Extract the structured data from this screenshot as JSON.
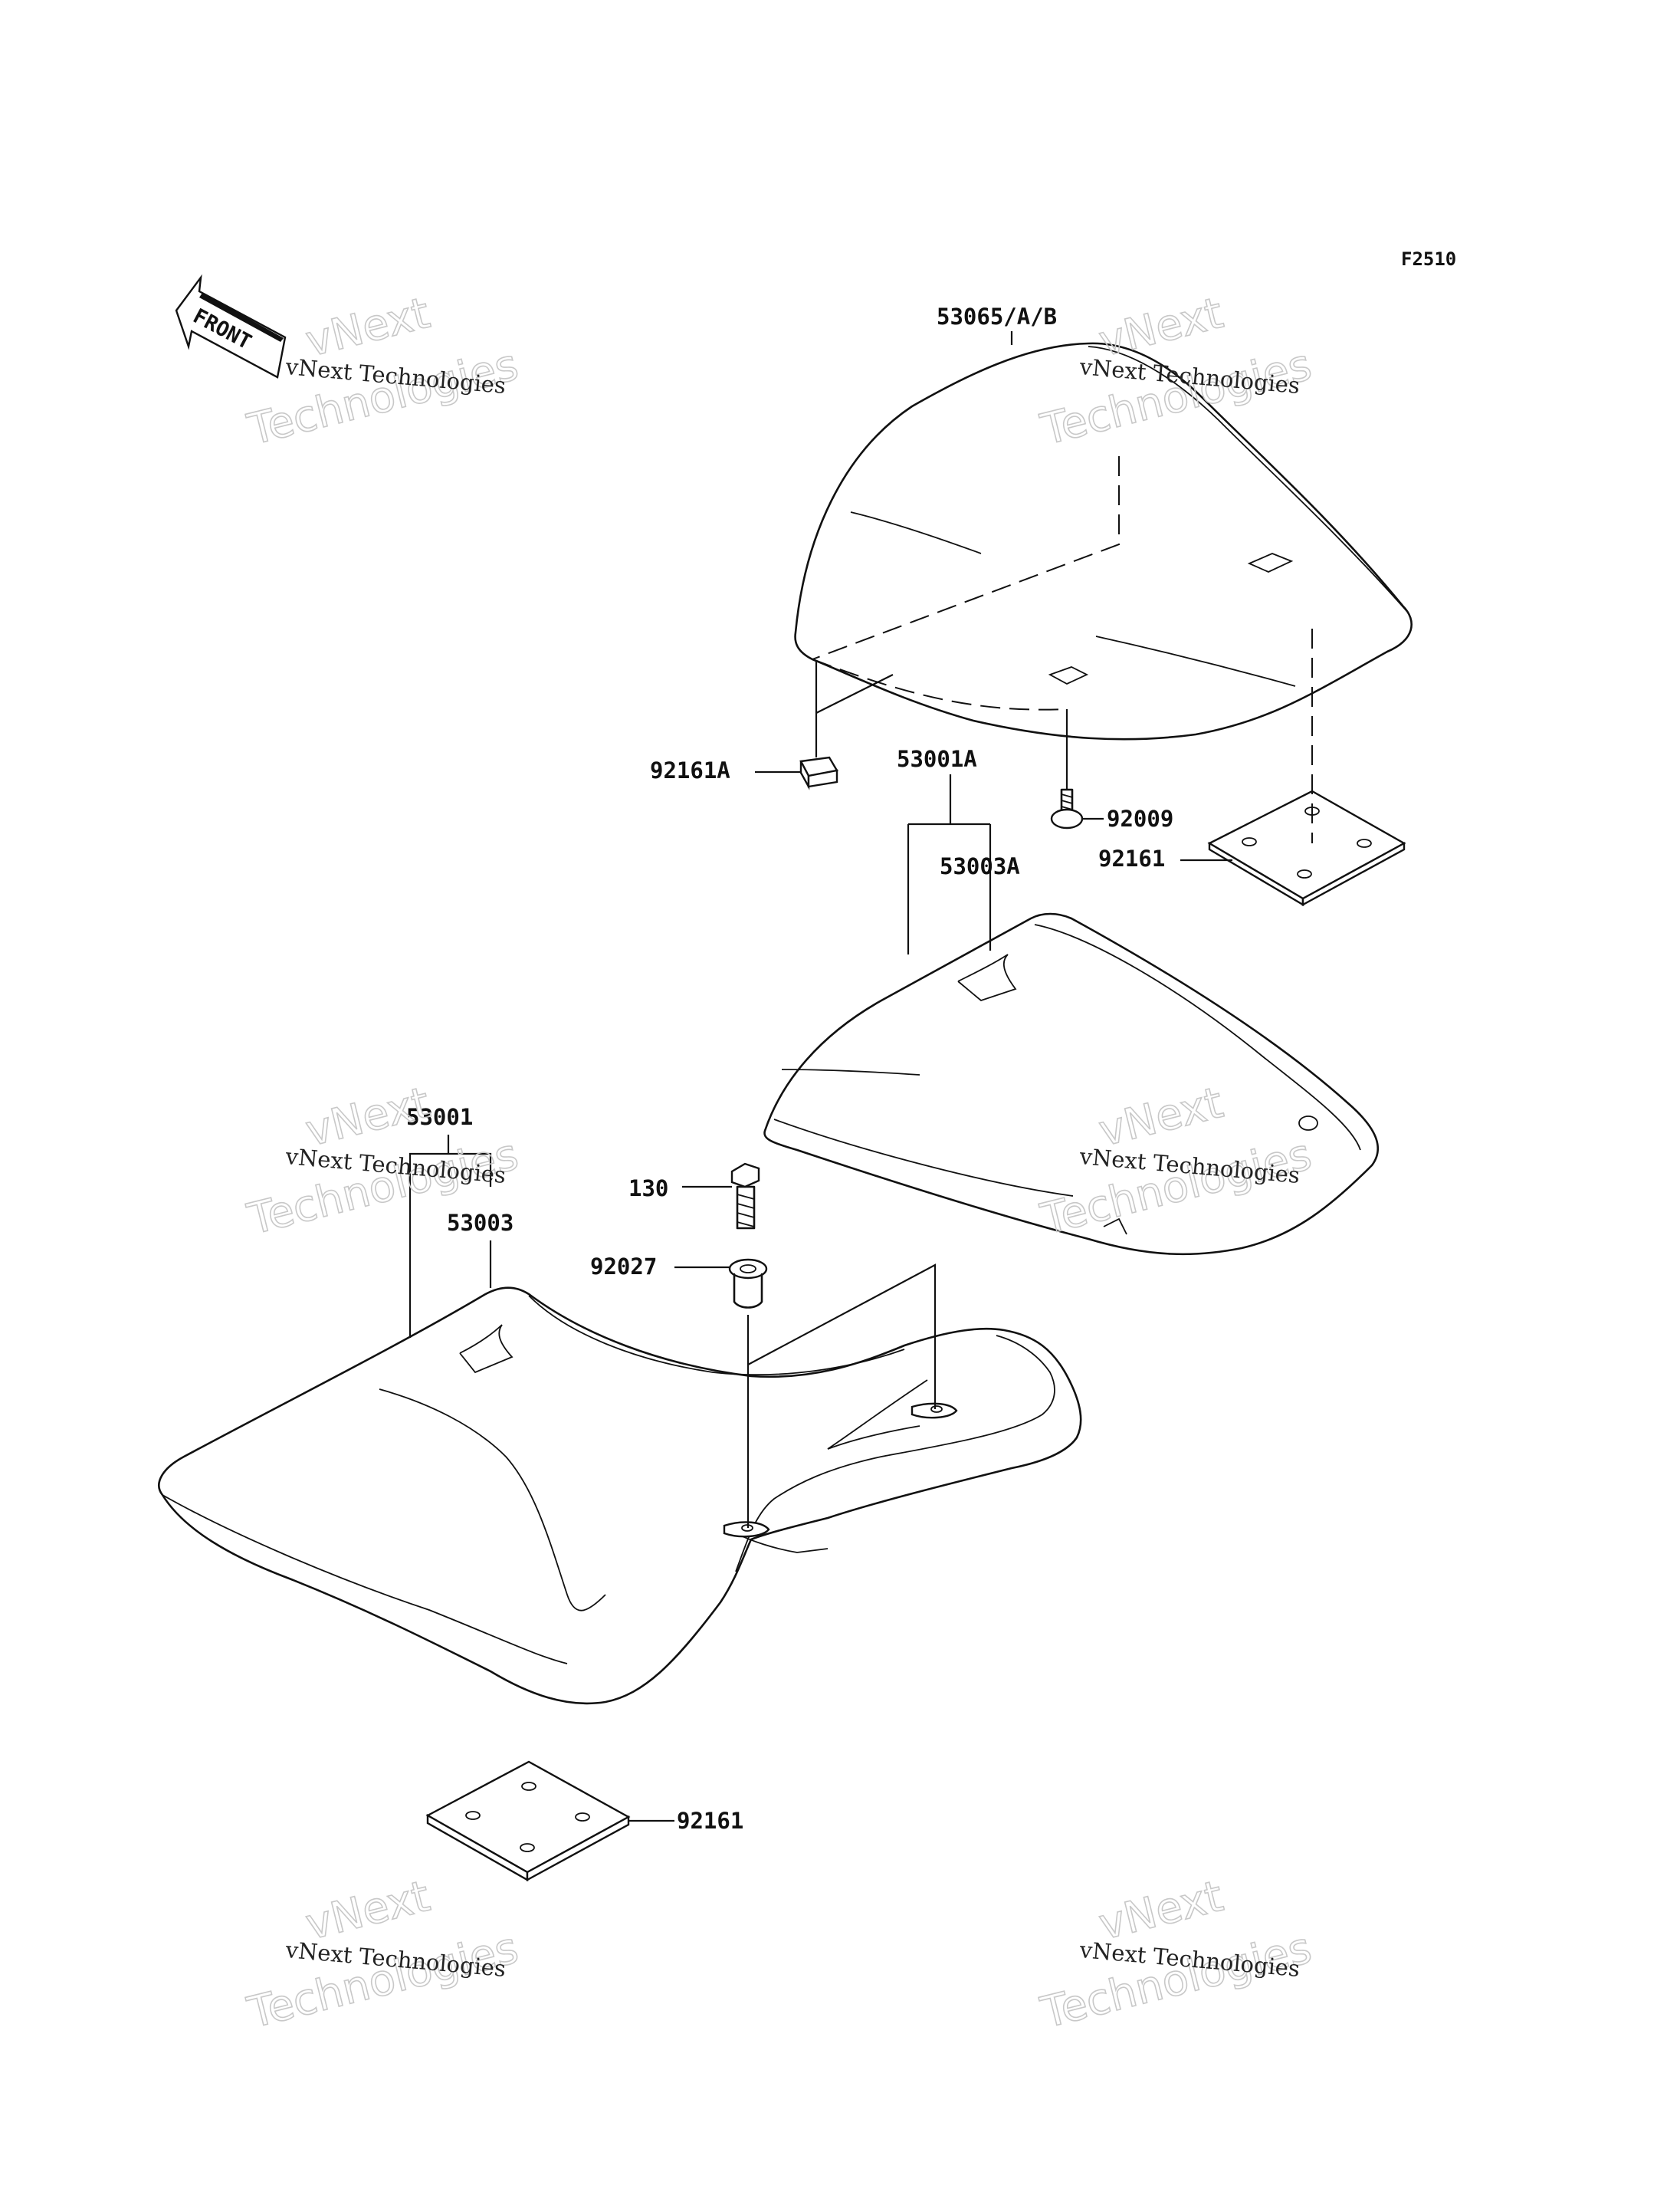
{
  "figure_code": "F2510",
  "front_label": "FRONT",
  "parts": [
    {
      "id": "p53065",
      "number": "53065/A/B"
    },
    {
      "id": "p92161A",
      "number": "92161A"
    },
    {
      "id": "p53001A",
      "number": "53001A"
    },
    {
      "id": "p53003A",
      "number": "53003A"
    },
    {
      "id": "p92009",
      "number": "92009"
    },
    {
      "id": "p92161_top",
      "number": "92161"
    },
    {
      "id": "p53001",
      "number": "53001"
    },
    {
      "id": "p53003",
      "number": "53003"
    },
    {
      "id": "p130",
      "number": "130"
    },
    {
      "id": "p92027",
      "number": "92027"
    },
    {
      "id": "p92161_bottom",
      "number": "92161"
    }
  ],
  "watermark": {
    "line_small": "vNext Technologies",
    "line_big_1": "vNext",
    "line_big_2": "Technologies"
  }
}
